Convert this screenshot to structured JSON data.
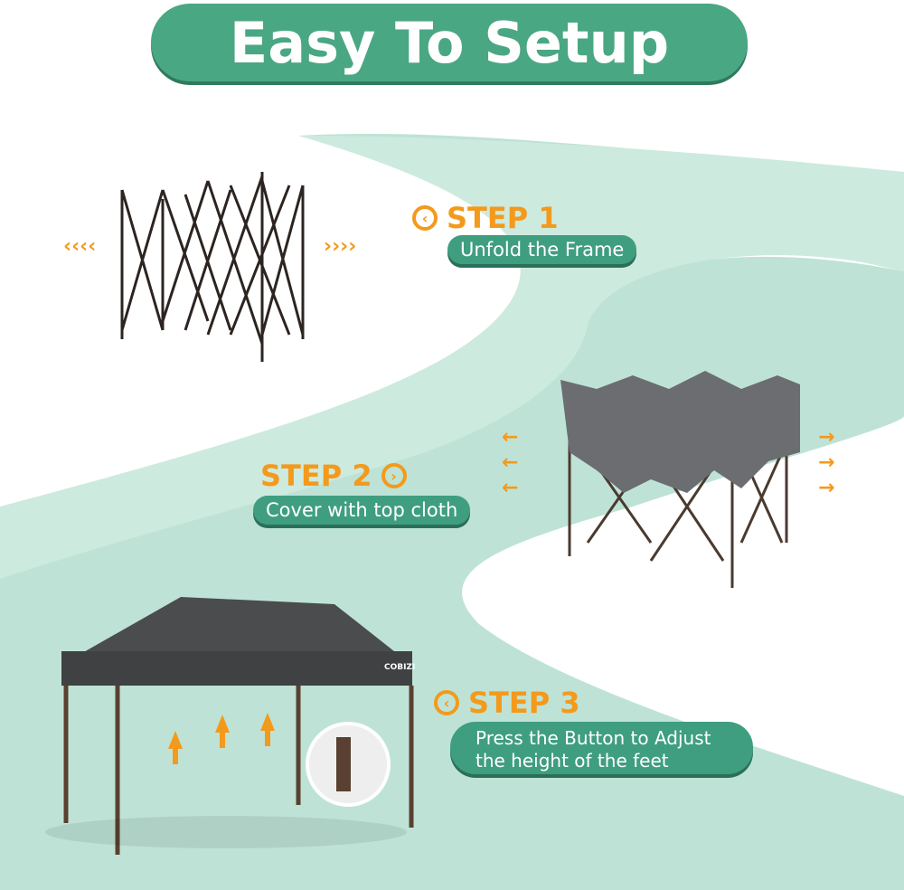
{
  "title": "Easy To Setup",
  "steps": [
    {
      "label": "STEP 1",
      "text": "Unfold the Frame"
    },
    {
      "label": "STEP 2",
      "text": "Cover with top cloth"
    },
    {
      "label": "STEP 3",
      "text": "Press the Button to Adjust",
      "text2": "the height of the feet"
    }
  ],
  "brand": "COBIZI",
  "colors": {
    "path": "#b7e0d1",
    "pill": "#3f9e7f",
    "accent": "#f39a1c",
    "canopy": "#4a4c4e"
  }
}
